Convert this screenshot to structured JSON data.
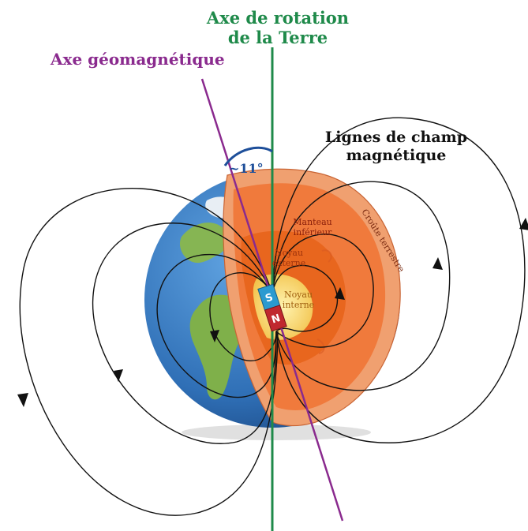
{
  "labels": {
    "rotation_axis_line1": "Axe de rotation",
    "rotation_axis_line2": "de la Terre",
    "geomagnetic_axis": "Axe géomagnétique",
    "angle": "~11°",
    "field_lines_line1": "Lignes de champ",
    "field_lines_line2": "magnétique",
    "lower_mantle_line1": "Manteau",
    "lower_mantle_line2": "inférieur",
    "crust": "Croûte terrestre",
    "outer_core_line1": "Noyau",
    "outer_core_line2": "externe",
    "inner_core_line1": "Noyau",
    "inner_core_line2": "interne",
    "magnet_south": "S",
    "magnet_north": "N"
  },
  "colors": {
    "rotation_axis": "#1f8a4a",
    "geomagnetic_axis": "#8a2a8e",
    "angle_arc": "#1e4f9a",
    "ocean": "#2f6fb6",
    "land": "#7fb04a",
    "crust": "#f0a070",
    "lower_mantle": "#f07a3c",
    "outer_core": "#e8661e",
    "inner_core": "#f6d66a",
    "magnet_south": "#2a9ad0",
    "magnet_north": "#c0282e"
  }
}
